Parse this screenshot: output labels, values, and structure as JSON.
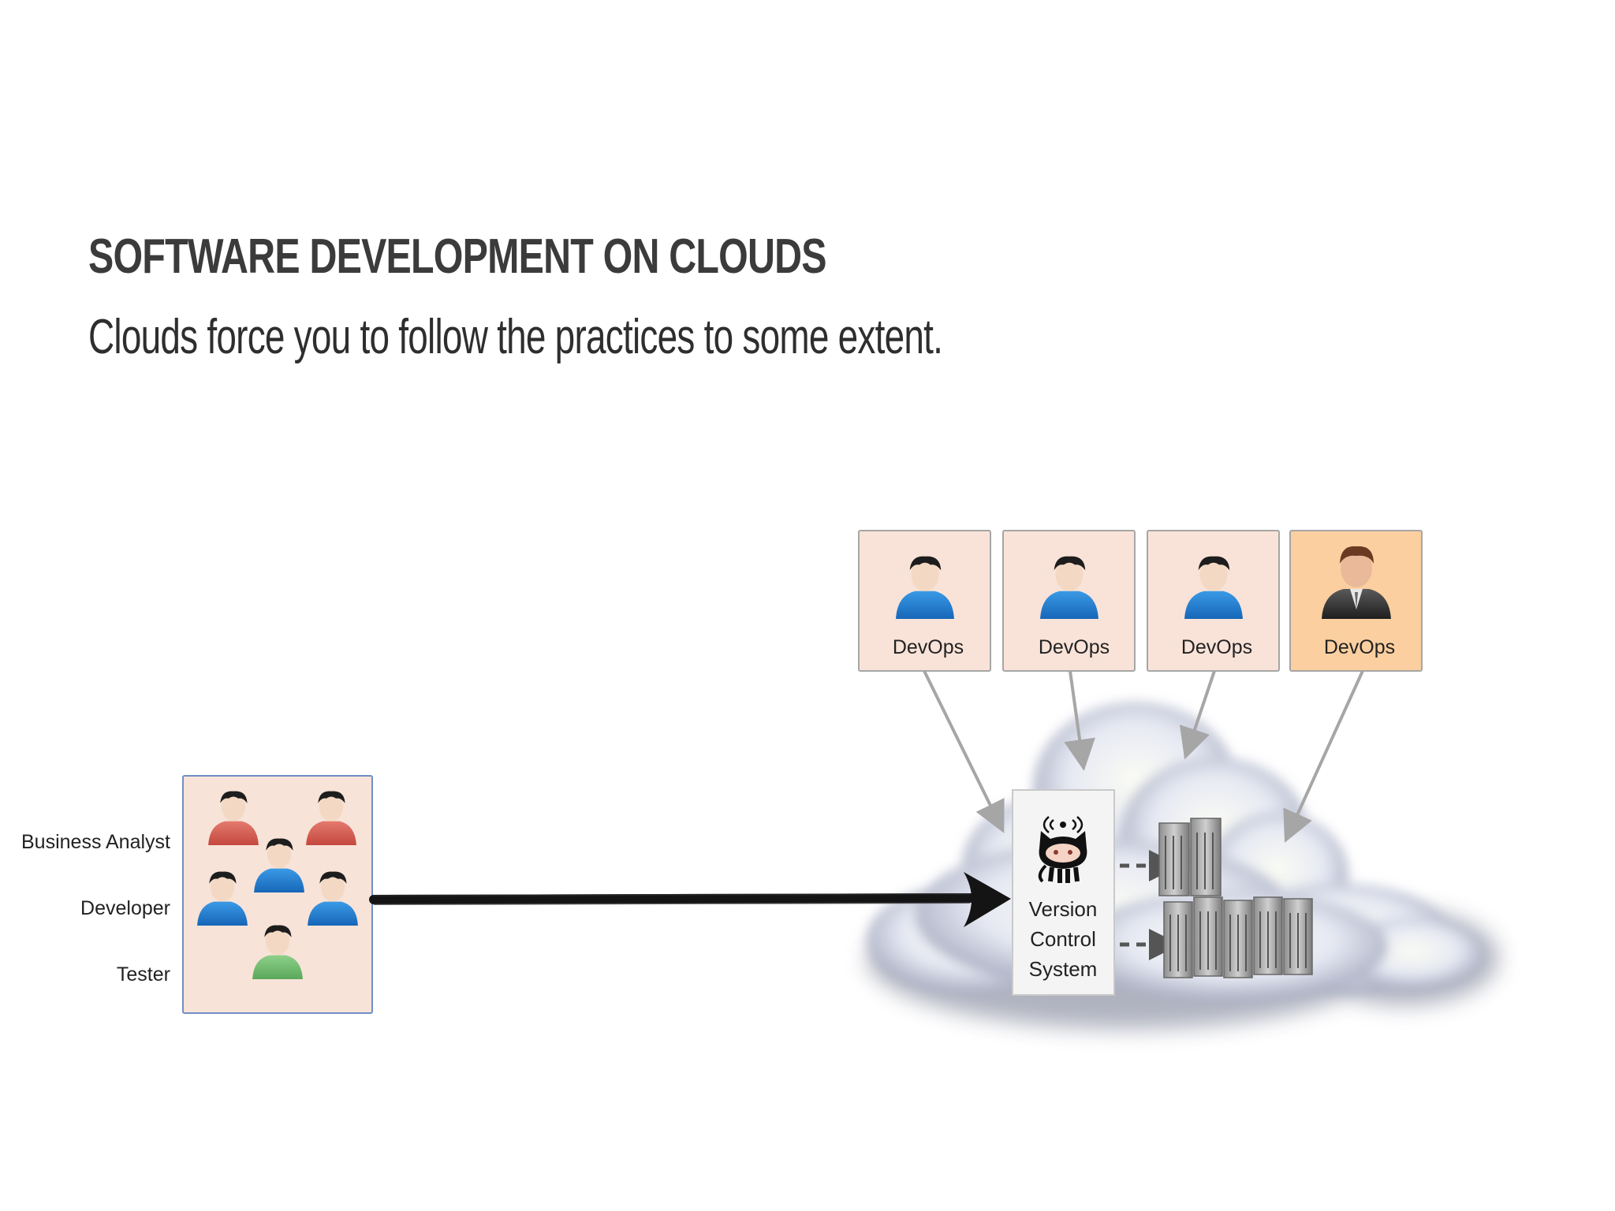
{
  "slide": {
    "title": "SOFTWARE DEVELOPMENT ON CLOUDS",
    "subtitle": "Clouds force you to follow the practices to some extent."
  },
  "team": {
    "roles": [
      "Business Analyst",
      "Developer",
      "Tester"
    ],
    "box_color": "#f8e3d9",
    "member_colors": {
      "analyst": "#d9665a",
      "developer": "#2a84d6",
      "tester": "#6fbf6f"
    }
  },
  "devops": {
    "boxes": [
      {
        "label": "DevOps",
        "icon": "developer-icon",
        "highlight": false
      },
      {
        "label": "DevOps",
        "icon": "developer-icon",
        "highlight": false
      },
      {
        "label": "DevOps",
        "icon": "developer-icon",
        "highlight": false
      },
      {
        "label": "DevOps",
        "icon": "manager-icon",
        "highlight": true
      }
    ],
    "box_color": "#f9e3d8",
    "highlight_color": "#fbcfa0"
  },
  "vcs": {
    "lines": [
      "Version",
      "Control",
      "System"
    ],
    "icon": "octocat-icon"
  },
  "cloud": {
    "icon": "cloud-icon",
    "servers_icon": "server-rack-icon"
  }
}
